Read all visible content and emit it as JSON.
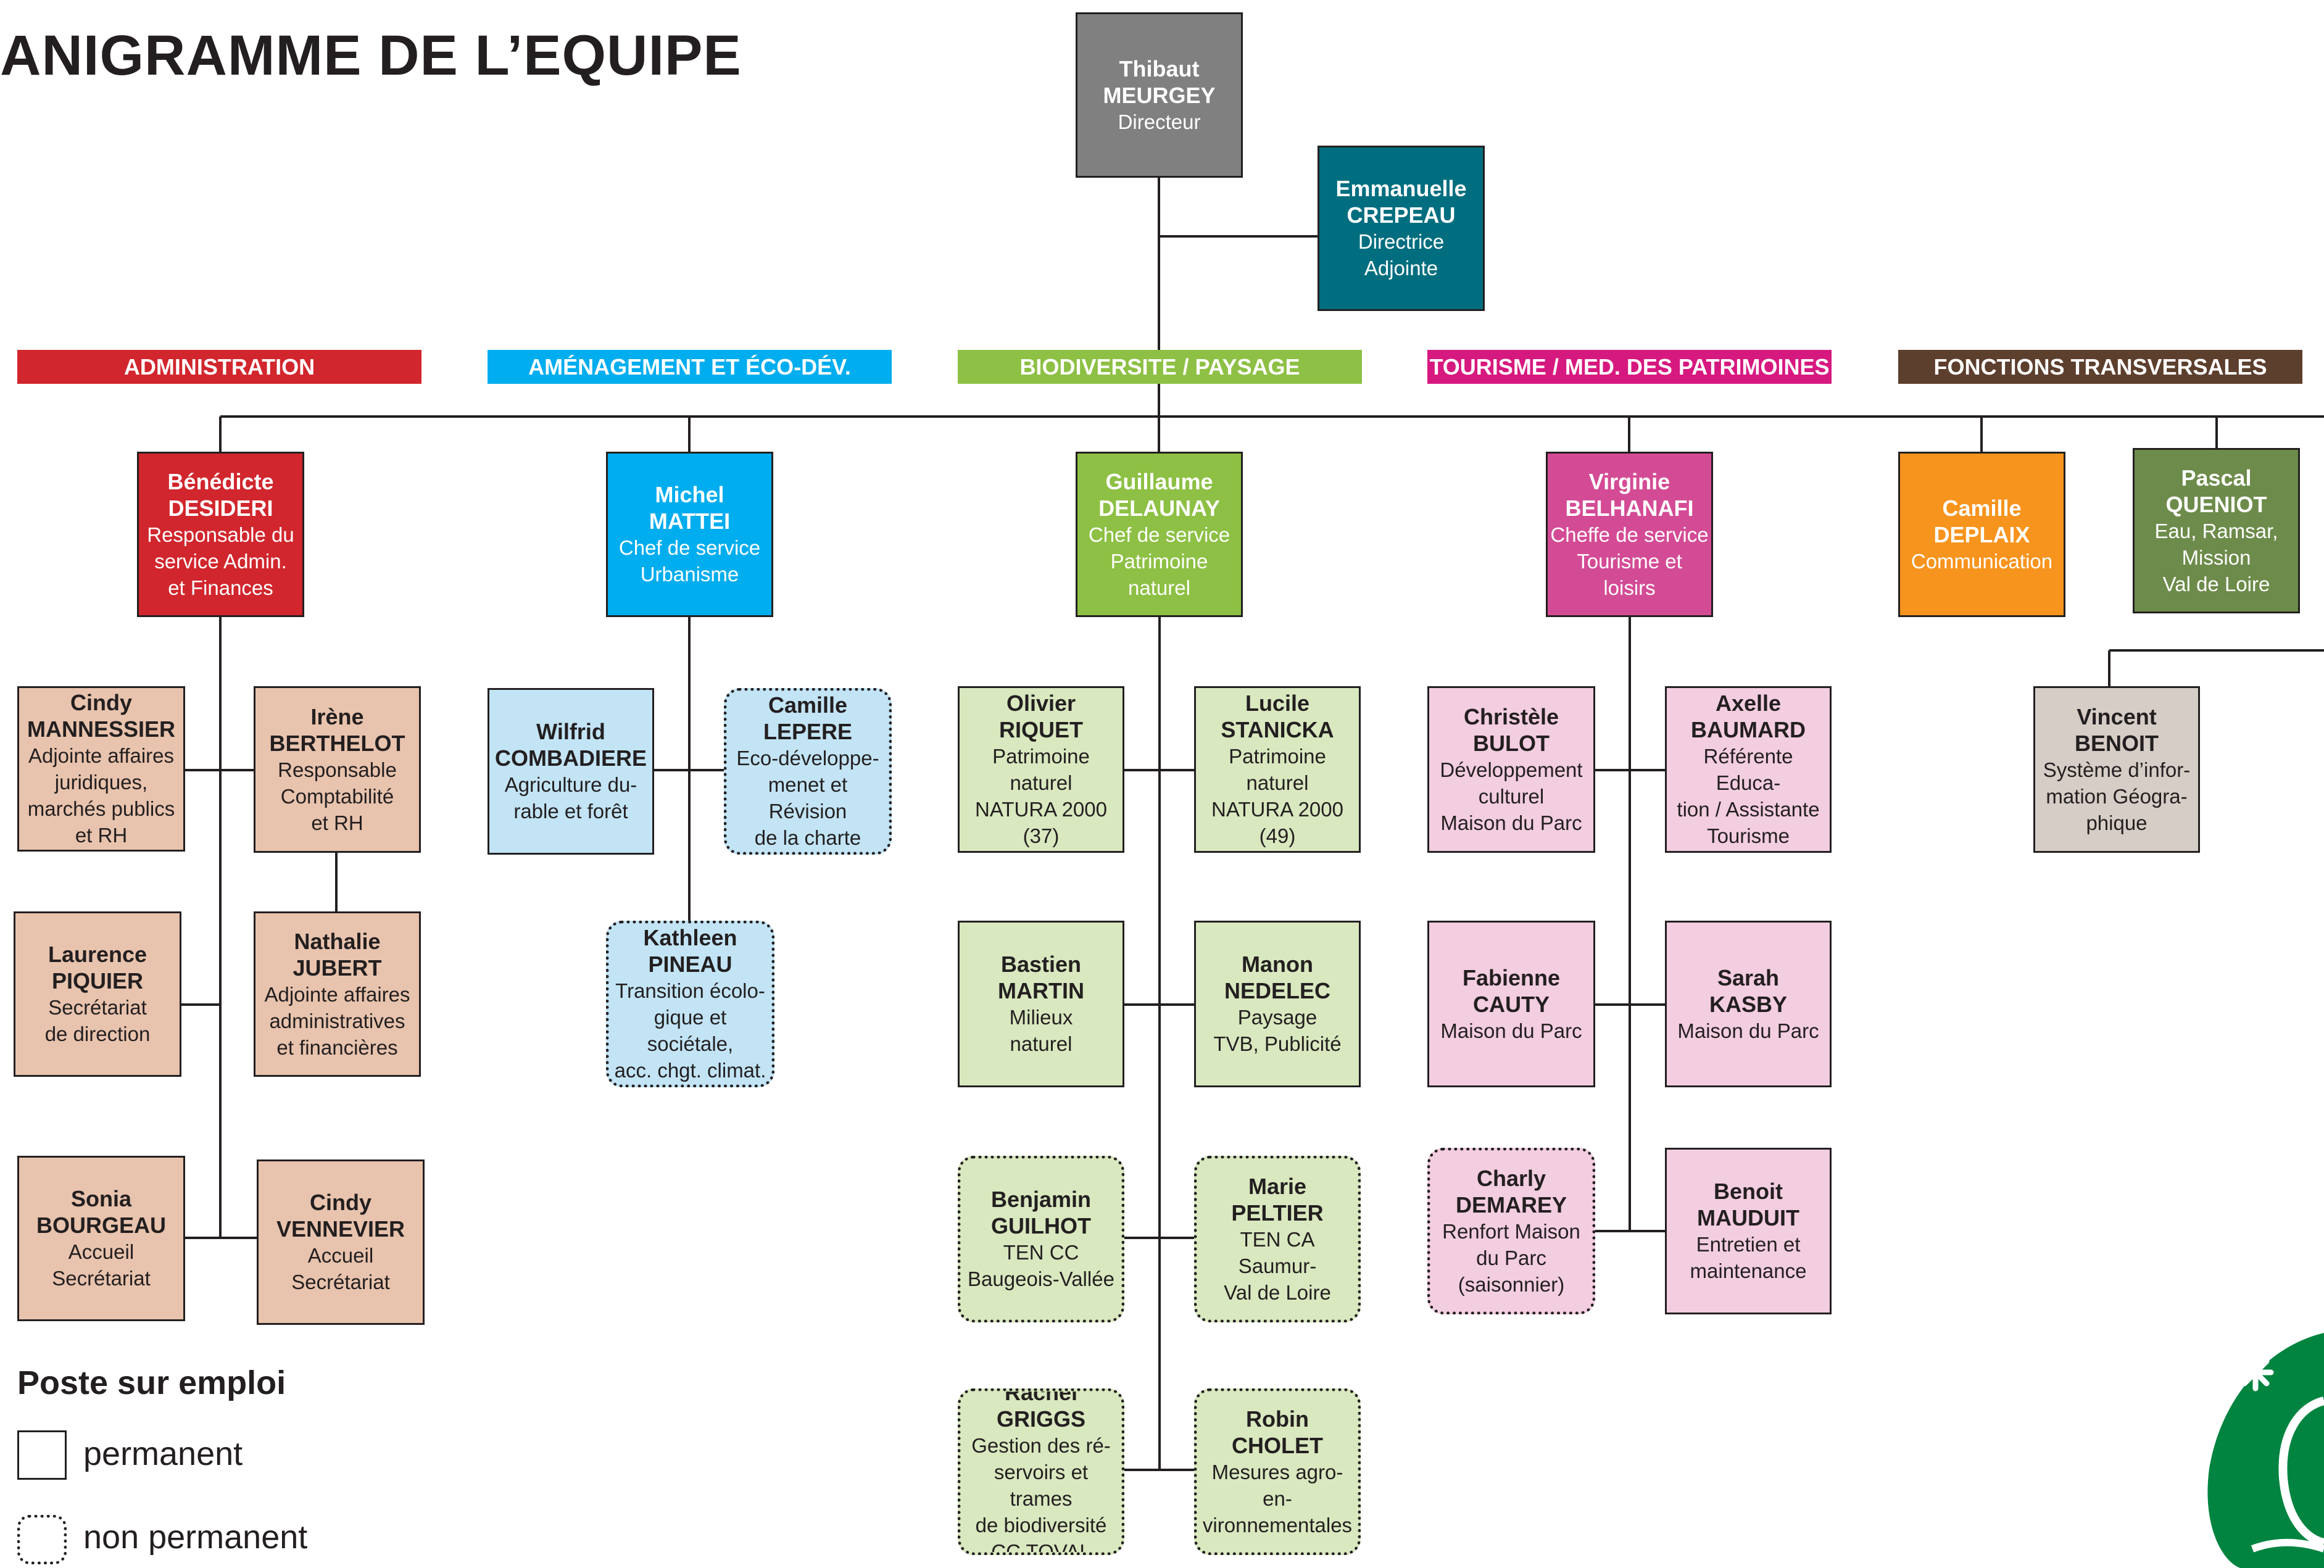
{
  "title": "ANIGRAMME DE L’EQUIPE",
  "departments": [
    {
      "label": "ADMINISTRATION",
      "color": "#d1262d"
    },
    {
      "label": "AMÉNAGEMENT ET ÉCO-DÉV.",
      "color": "#00adee"
    },
    {
      "label": "BIODIVERSITE / PAYSAGE",
      "color": "#8dc044"
    },
    {
      "label": "TOURISME / MED. DES PATRIMOINES",
      "color": "#d6197f"
    },
    {
      "label": "FONCTIONS TRANSVERSALES",
      "color": "#5d3f2e"
    }
  ],
  "colors": {
    "director": "#808080",
    "deputy": "#006e7f",
    "admin_head": "#d1262d",
    "admin_staff": "#e8c3ad",
    "amenagement_head": "#00adee",
    "amenagement_staff": "#c2e4f5",
    "biodiversite_head": "#8dc044",
    "biodiversite_staff": "#d9e8bf",
    "tourisme_head": "#d44b95",
    "tourisme_staff": "#f3cde0",
    "communication": "#f7941d",
    "eau": "#6d8b4a",
    "sig": "#d6cdc6"
  },
  "people": {
    "meurgey": {
      "first": "Thibaut",
      "last": "MEURGEY",
      "role": "Directeur"
    },
    "crepeau": {
      "first": "Emmanuelle",
      "last": "CREPEAU",
      "role": "Directrice\nAdjointe"
    },
    "desideri": {
      "first": "Bénédicte",
      "last": "DESIDERI",
      "role": "Responsable du\nservice Admin.\net Finances"
    },
    "mattei": {
      "first": "Michel",
      "last": "MATTEI",
      "role": "Chef de service\nUrbanisme"
    },
    "delaunay": {
      "first": "Guillaume",
      "last": "DELAUNAY",
      "role": "Chef de service\nPatrimoine\nnaturel"
    },
    "belhanafi": {
      "first": "Virginie",
      "last": "BELHANAFI",
      "role": "Cheffe de service\nTourisme et loisirs"
    },
    "deplaix": {
      "first": "Camille",
      "last": "DEPLAIX",
      "role": "Communication"
    },
    "queniot": {
      "first": "Pascal",
      "last": "QUENIOT",
      "role": "Eau, Ramsar,\nMission\nVal de Loire"
    },
    "mannessier": {
      "first": "Cindy",
      "last": "MANNESSIER",
      "role": "Adjointe affaires\njuridiques,\nmarchés publics\net RH"
    },
    "berthelot": {
      "first": "Irène",
      "last": "BERTHELOT",
      "role": "Responsable\nComptabilité\net RH"
    },
    "piquier": {
      "first": "Laurence",
      "last": "PIQUIER",
      "role": "Secrétariat\nde direction"
    },
    "jubert": {
      "first": "Nathalie",
      "last": "JUBERT",
      "role": "Adjointe affaires\nadministratives\net financières"
    },
    "bourgeau": {
      "first": "Sonia",
      "last": "BOURGEAU",
      "role": "Accueil\nSecrétariat"
    },
    "vennevier": {
      "first": "Cindy",
      "last": "VENNEVIER",
      "role": "Accueil\nSecrétariat"
    },
    "combadiere": {
      "first": "Wilfrid",
      "last": "COMBADIERE",
      "role": "Agriculture du-\nrable et forêt"
    },
    "lepere": {
      "first": "Camille",
      "last": "LEPERE",
      "role": "Eco-développe-\nmenet et Révision\nde la charte"
    },
    "pineau": {
      "first": "Kathleen",
      "last": "PINEAU",
      "role": "Transition écolo-\ngique et sociétale,\nacc. chgt. climat."
    },
    "riquet": {
      "first": "Olivier",
      "last": "RIQUET",
      "role": "Patrimoine naturel\nNATURA 2000\n(37)"
    },
    "stanicka": {
      "first": "Lucile",
      "last": "STANICKA",
      "role": "Patrimoine naturel\nNATURA 2000\n(49)"
    },
    "martin": {
      "first": "Bastien",
      "last": "MARTIN",
      "role": "Milieux\nnaturel"
    },
    "nedelec": {
      "first": "Manon",
      "last": "NEDELEC",
      "role": "Paysage\nTVB, Publicité"
    },
    "guilhot": {
      "first": "Benjamin",
      "last": "GUILHOT",
      "role": "TEN CC\nBaugeois-Vallée"
    },
    "peltier": {
      "first": "Marie",
      "last": "PELTIER",
      "role": "TEN CA Saumur-\nVal de Loire"
    },
    "griggs": {
      "first": "Rachel",
      "last": "GRIGGS",
      "role": "Gestion des ré-\nservoirs et trames\nde biodiversité\nCC TOVAL"
    },
    "cholet": {
      "first": "Robin",
      "last": "CHOLET",
      "role": "Mesures agro-en-\nvironnementales"
    },
    "bulot": {
      "first": "Christèle",
      "last": "BULOT",
      "role": "Développement\nculturel\nMaison du Parc"
    },
    "baumard": {
      "first": "Axelle",
      "last": "BAUMARD",
      "role": "Référente Educa-\ntion / Assistante\nTourisme"
    },
    "cauty": {
      "first": "Fabienne",
      "last": "CAUTY",
      "role": "Maison du Parc"
    },
    "kasby": {
      "first": "Sarah",
      "last": "KASBY",
      "role": "Maison du Parc"
    },
    "demarey": {
      "first": "Charly",
      "last": "DEMAREY",
      "role": "Renfort Maison\ndu Parc\n(saisonnier)"
    },
    "mauduit": {
      "first": "Benoit",
      "last": "MAUDUIT",
      "role": "Entretien et\nmaintenance"
    },
    "benoit": {
      "first": "Vincent",
      "last": "BENOIT",
      "role": "Système d’infor-\nmation Géogra-\nphique"
    }
  },
  "legend": {
    "title": "Poste sur emploi",
    "permanent": "permanent",
    "non_permanent": "non permanent"
  }
}
